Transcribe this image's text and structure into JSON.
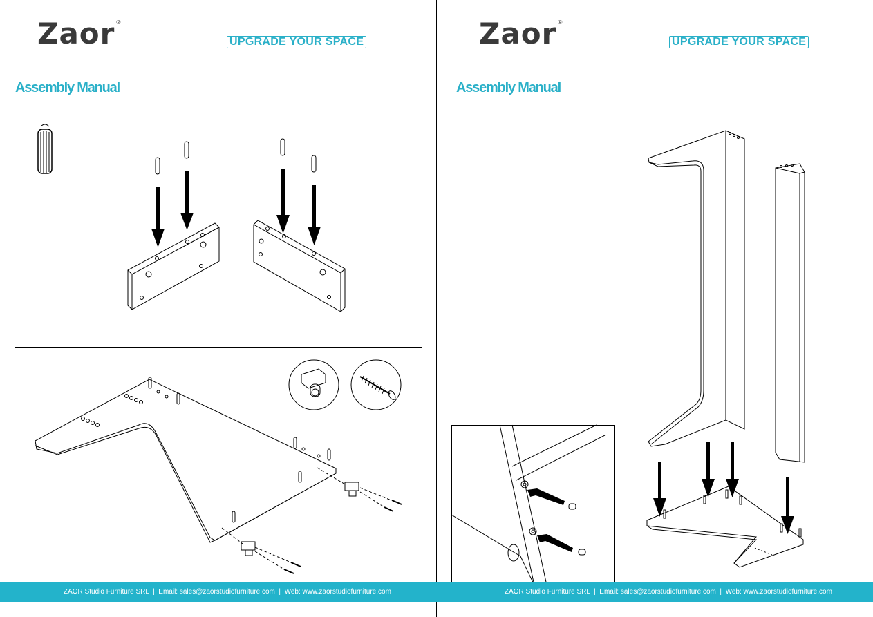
{
  "brand": {
    "logo_text": "Zaor",
    "registered_mark": "®",
    "tagline": "UPGRADE YOUR SPACE"
  },
  "pages": [
    {
      "heading": "Assembly Manual",
      "footer": {
        "company": "ZAOR Studio Furniture SRL",
        "email": "Email: sales@zaorstudiofurniture.com",
        "web": "Web: www.zaorstudiofurniture.com"
      }
    },
    {
      "heading": "Assembly Manual",
      "footer": {
        "company": "ZAOR Studio Furniture SRL",
        "email": "Email: sales@zaorstudiofurniture.com",
        "web": "Web: www.zaorstudiofurniture.com"
      }
    }
  ],
  "colors": {
    "accent": "#2ab0c8",
    "footer_bg": "#23b3cb",
    "line_art": "#000000"
  },
  "icons": [
    "wooden-dowel-icon",
    "caster-wheel-icon",
    "wood-screw-icon",
    "down-arrow-icon"
  ]
}
